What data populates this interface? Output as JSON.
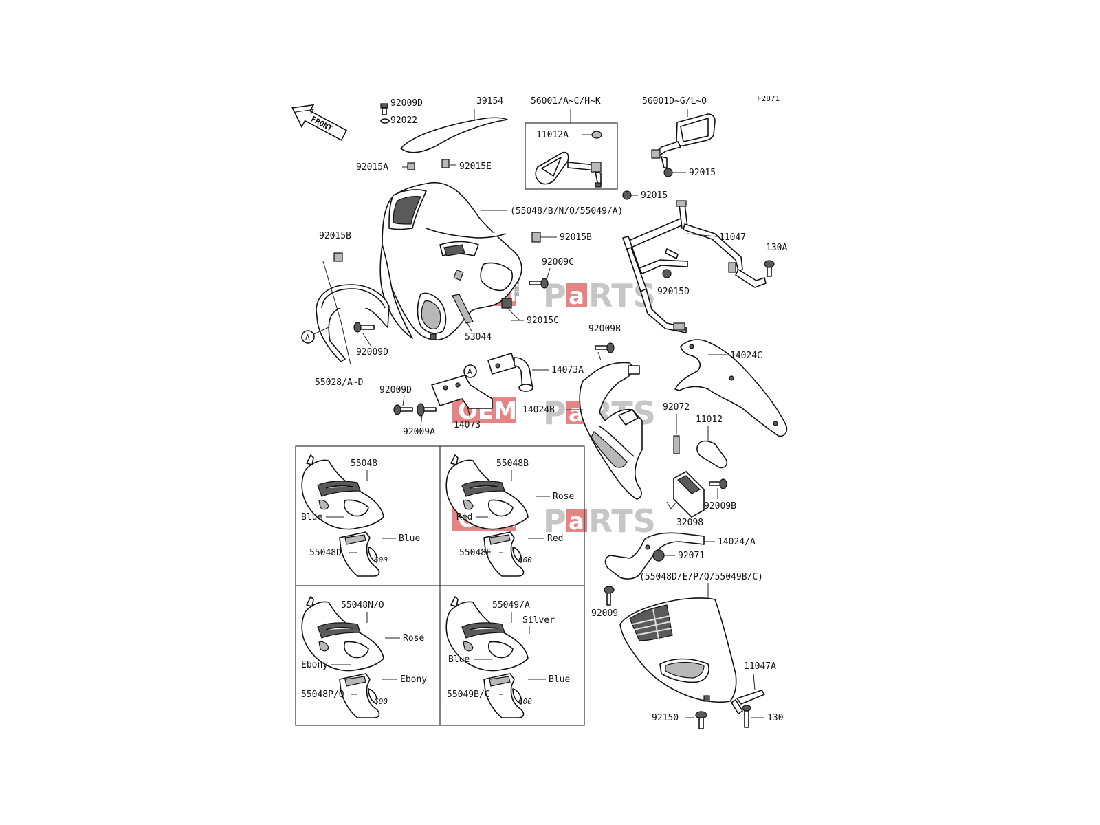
{
  "figure_code": "F2871",
  "front_label": "FRONT",
  "watermark": {
    "left": "OEM",
    "small": "BIKE",
    "right_p": "P",
    "right_a": "a",
    "right_rest": "RTS"
  },
  "colors": {
    "watermark_red": "#e07070",
    "watermark_grey": "#bdbdbd",
    "line": "#111111"
  },
  "callouts": {
    "c_92009D_top": "92009D",
    "c_92022": "92022",
    "c_39154": "39154",
    "c_92015A": "92015A",
    "c_92015E": "92015E",
    "c_56001_AC": "56001/A~C/H~K",
    "c_11012A": "11012A",
    "c_56001_DG": "56001D~G/L~O",
    "c_92015_r1": "92015",
    "c_92015_r2": "92015",
    "c_55048_main": "(55048/B/N/O/55049/A)",
    "c_92015B_right": "92015B",
    "c_11047": "11047",
    "c_130A": "130A",
    "c_92015B_left": "92015B",
    "c_92009C": "92009C",
    "c_92015D": "92015D",
    "c_92015C": "92015C",
    "c_53044": "53044",
    "c_92009D_mid": "92009D",
    "c_55028": "55028/A~D",
    "c_92009B_top": "92009B",
    "c_14024C": "14024C",
    "c_14073A": "14073A",
    "c_92009D_low": "92009D",
    "c_14024B": "14024B",
    "c_14073": "14073",
    "c_92009A": "92009A",
    "c_92072": "92072",
    "c_11012": "11012",
    "c_92009B_low": "92009B",
    "c_32098": "32098",
    "c_14024A": "14024/A",
    "c_92071": "92071",
    "c_55048D_multi": "(55048D/E/P/Q/55049B/C)",
    "c_92009": "92009",
    "c_11047A": "11047A",
    "c_92150": "92150",
    "c_130": "130",
    "marker_A1": "A",
    "marker_A2": "A"
  },
  "variant_boxes": [
    {
      "upper_part": "55048",
      "lower_part": "55048D",
      "upper_color": "Blue",
      "lower_color": "Blue"
    },
    {
      "upper_part": "55048B",
      "lower_part": "55048E",
      "upper_color_right": "Rose",
      "upper_color": "Red",
      "lower_color": "Red"
    },
    {
      "upper_part": "55048N/O",
      "lower_part": "55048P/Q",
      "upper_color_right": "Rose",
      "upper_color": "Ebony",
      "lower_color": "Ebony"
    },
    {
      "upper_part": "55049/A",
      "lower_part": "55049B/C",
      "upper_color_right": "Silver",
      "upper_color": "Blue",
      "lower_color": "Blue"
    }
  ],
  "badge_text": "600"
}
